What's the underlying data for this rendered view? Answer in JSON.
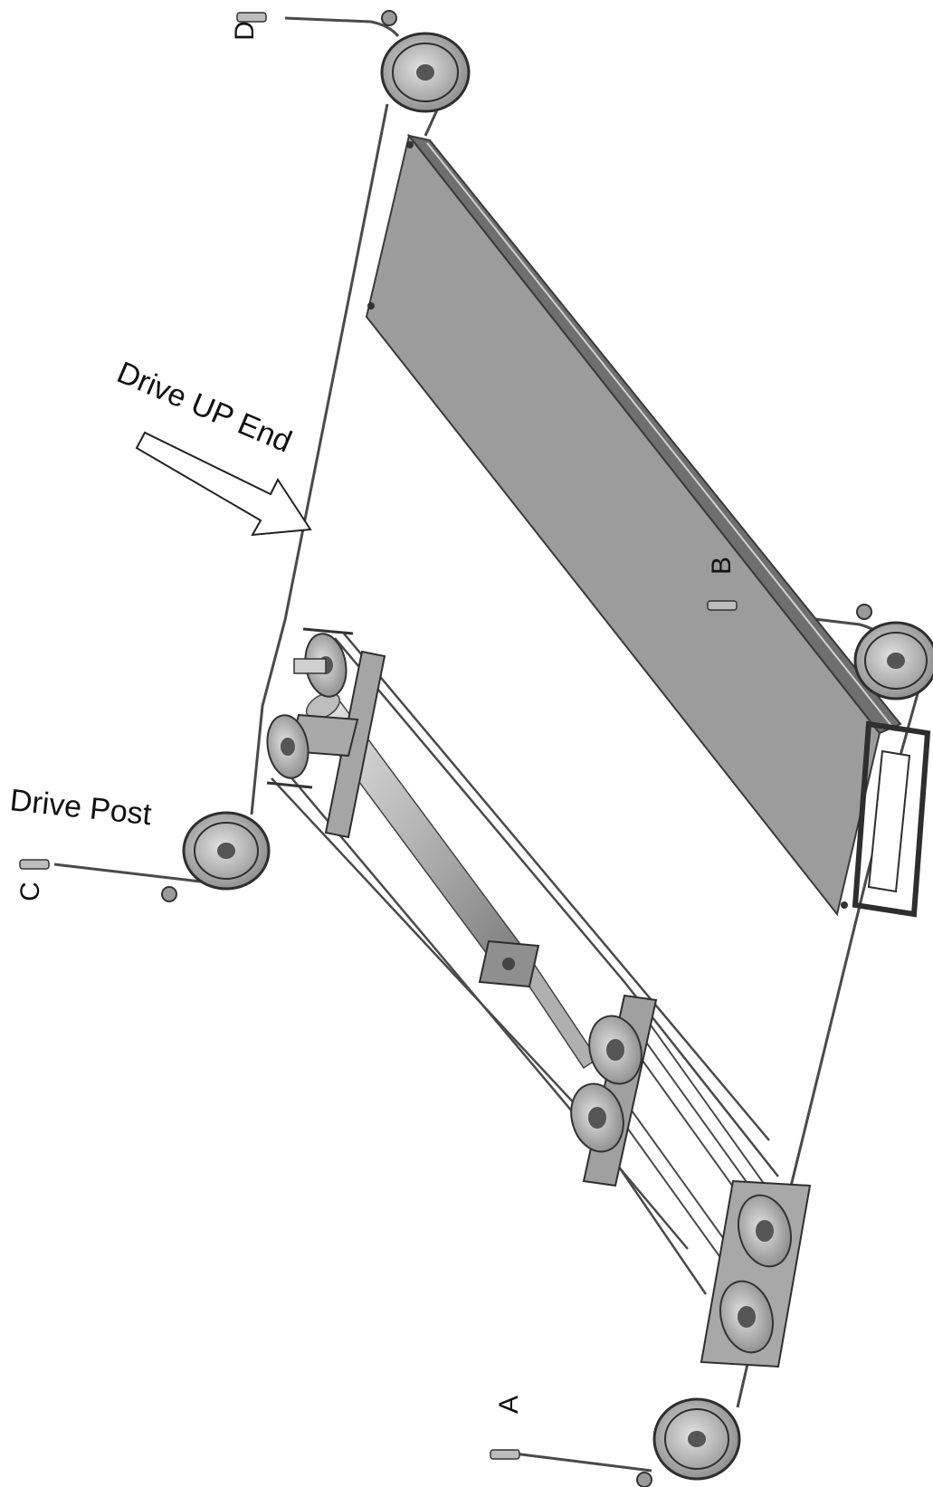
{
  "labels": {
    "a": "A",
    "b": "B",
    "c": "C",
    "d": "D",
    "drive_up_end": "Drive UP End",
    "drive_post": "Drive Post"
  },
  "colors": {
    "panel_top": "#9c9c9c",
    "panel_side": "#6f6f6f",
    "metal_light": "#d4d4d4",
    "metal_dark": "#4d4d4d",
    "cable": "#4a4a4a"
  }
}
